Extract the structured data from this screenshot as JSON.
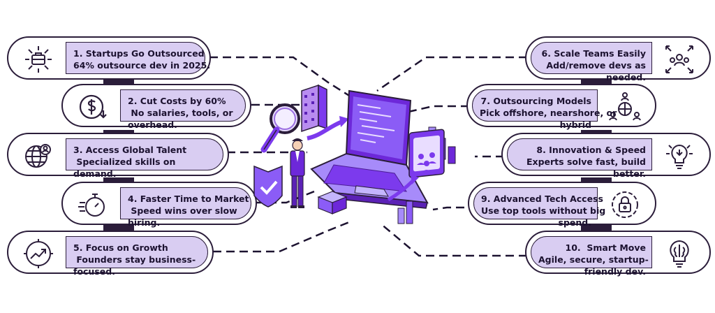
{
  "left_items": [
    {
      "title": "1. Startups Go Outsourced",
      "lines": [
        "64% outsource dev in 2025."
      ],
      "icon": "briefcase-network-icon"
    },
    {
      "title": "2. Cut Costs by 60%",
      "lines": [
        " No salaries, tools, or",
        "overhead."
      ],
      "icon": "dollar-down-icon"
    },
    {
      "title": "3. Access Global Talent",
      "lines": [
        " Specialized skills on",
        "demand."
      ],
      "icon": "globe-user-icon"
    },
    {
      "title": "4. Faster Time to Market",
      "lines": [
        " Speed wins over slow",
        "hiring."
      ],
      "icon": "stopwatch-icon"
    },
    {
      "title": "5. Focus on Growth",
      "lines": [
        " Founders stay business-",
        "focused."
      ],
      "icon": "growth-arrow-icon"
    }
  ],
  "right_items": [
    {
      "title": "6. Scale Teams Easily",
      "lines": [
        "Add/remove devs as",
        "needed."
      ],
      "icon": "team-scale-icon"
    },
    {
      "title": "7. Outsourcing Models",
      "lines": [
        "Pick offshore, nearshore, or",
        "hybrid"
      ],
      "icon": "global-network-people-icon"
    },
    {
      "title": "8. Innovation & Speed",
      "lines": [
        "Experts solve fast, build",
        "better."
      ],
      "icon": "lightbulb-circuit-icon"
    },
    {
      "title": "9. Advanced Tech Access",
      "lines": [
        "Use top tools without big",
        "spend."
      ],
      "icon": "padlock-icon"
    },
    {
      "title": "10.  Smart Move",
      "lines": [
        "Agile, secure, startup-",
        "friendly dev."
      ],
      "icon": "brain-bulb-icon"
    }
  ],
  "colors": {
    "accent": "#7c3aed",
    "light": "#d9cdf2",
    "dark": "#2b1d3a",
    "mid": "#9b6fe0"
  },
  "center_icons": [
    "laptop-code-icon",
    "magnifier-icon",
    "building-icon",
    "businessman-icon",
    "shield-check-icon",
    "bar-chart-icon",
    "team-board-icon",
    "box-icon"
  ]
}
